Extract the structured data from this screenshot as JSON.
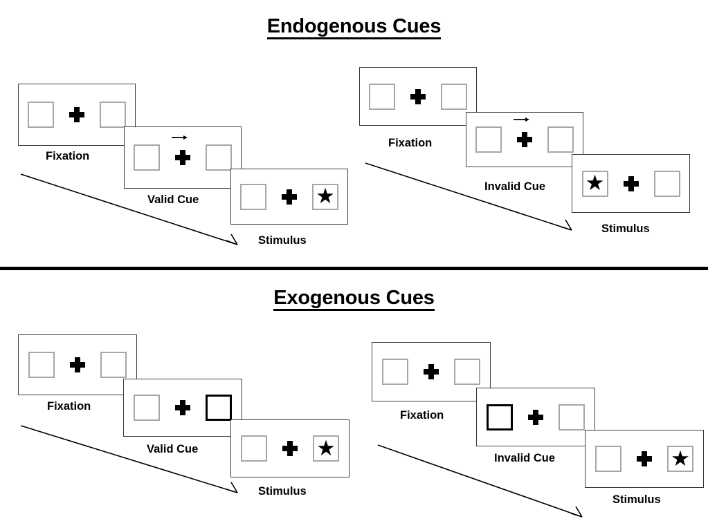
{
  "sections": [
    {
      "id": "endogenous",
      "title": "Endogenous Cues",
      "sequences": [
        {
          "id": "endogenous-valid",
          "panels": [
            {
              "id": "fixation",
              "caption": "Fixation",
              "left_box": "empty",
              "right_box": "empty",
              "cue": "none",
              "arrow_direction": ""
            },
            {
              "id": "valid-cue",
              "caption": "Valid Cue",
              "left_box": "empty",
              "right_box": "empty",
              "cue": "arrow",
              "arrow_direction": "right"
            },
            {
              "id": "stimulus",
              "caption": "Stimulus",
              "left_box": "empty",
              "right_box": "star",
              "cue": "none",
              "arrow_direction": ""
            }
          ]
        },
        {
          "id": "endogenous-invalid",
          "panels": [
            {
              "id": "fixation",
              "caption": "Fixation",
              "left_box": "empty",
              "right_box": "empty",
              "cue": "none",
              "arrow_direction": ""
            },
            {
              "id": "invalid-cue",
              "caption": "Invalid Cue",
              "left_box": "empty",
              "right_box": "empty",
              "cue": "arrow",
              "arrow_direction": "right"
            },
            {
              "id": "stimulus",
              "caption": "Stimulus",
              "left_box": "star",
              "right_box": "empty",
              "cue": "none",
              "arrow_direction": ""
            }
          ]
        }
      ]
    },
    {
      "id": "exogenous",
      "title": "Exogenous Cues",
      "sequences": [
        {
          "id": "exogenous-valid",
          "panels": [
            {
              "id": "fixation",
              "caption": "Fixation",
              "left_box": "empty",
              "right_box": "empty",
              "cue": "none",
              "arrow_direction": ""
            },
            {
              "id": "valid-cue",
              "caption": "Valid Cue",
              "left_box": "empty",
              "right_box": "cued",
              "cue": "box",
              "arrow_direction": ""
            },
            {
              "id": "stimulus",
              "caption": "Stimulus",
              "left_box": "empty",
              "right_box": "star",
              "cue": "none",
              "arrow_direction": ""
            }
          ]
        },
        {
          "id": "exogenous-invalid",
          "panels": [
            {
              "id": "fixation",
              "caption": "Fixation",
              "left_box": "empty",
              "right_box": "empty",
              "cue": "none",
              "arrow_direction": ""
            },
            {
              "id": "invalid-cue",
              "caption": "Invalid Cue",
              "left_box": "cued",
              "right_box": "empty",
              "cue": "box",
              "arrow_direction": ""
            },
            {
              "id": "stimulus",
              "caption": "Stimulus",
              "left_box": "empty",
              "right_box": "star",
              "cue": "none",
              "arrow_direction": ""
            }
          ]
        }
      ]
    }
  ],
  "icons": {
    "star": "★",
    "fixation_cross": "plus-cross-icon",
    "cue_arrow": "right-arrow-icon",
    "sequence_arrow": "diagonal-arrow-icon"
  },
  "colors": {
    "ink": "#000000",
    "panel_border": "#3a3a3a",
    "box_border": "#a6a6a6",
    "cued_box_border": "#000000",
    "background": "#ffffff",
    "divider": "#000000"
  }
}
